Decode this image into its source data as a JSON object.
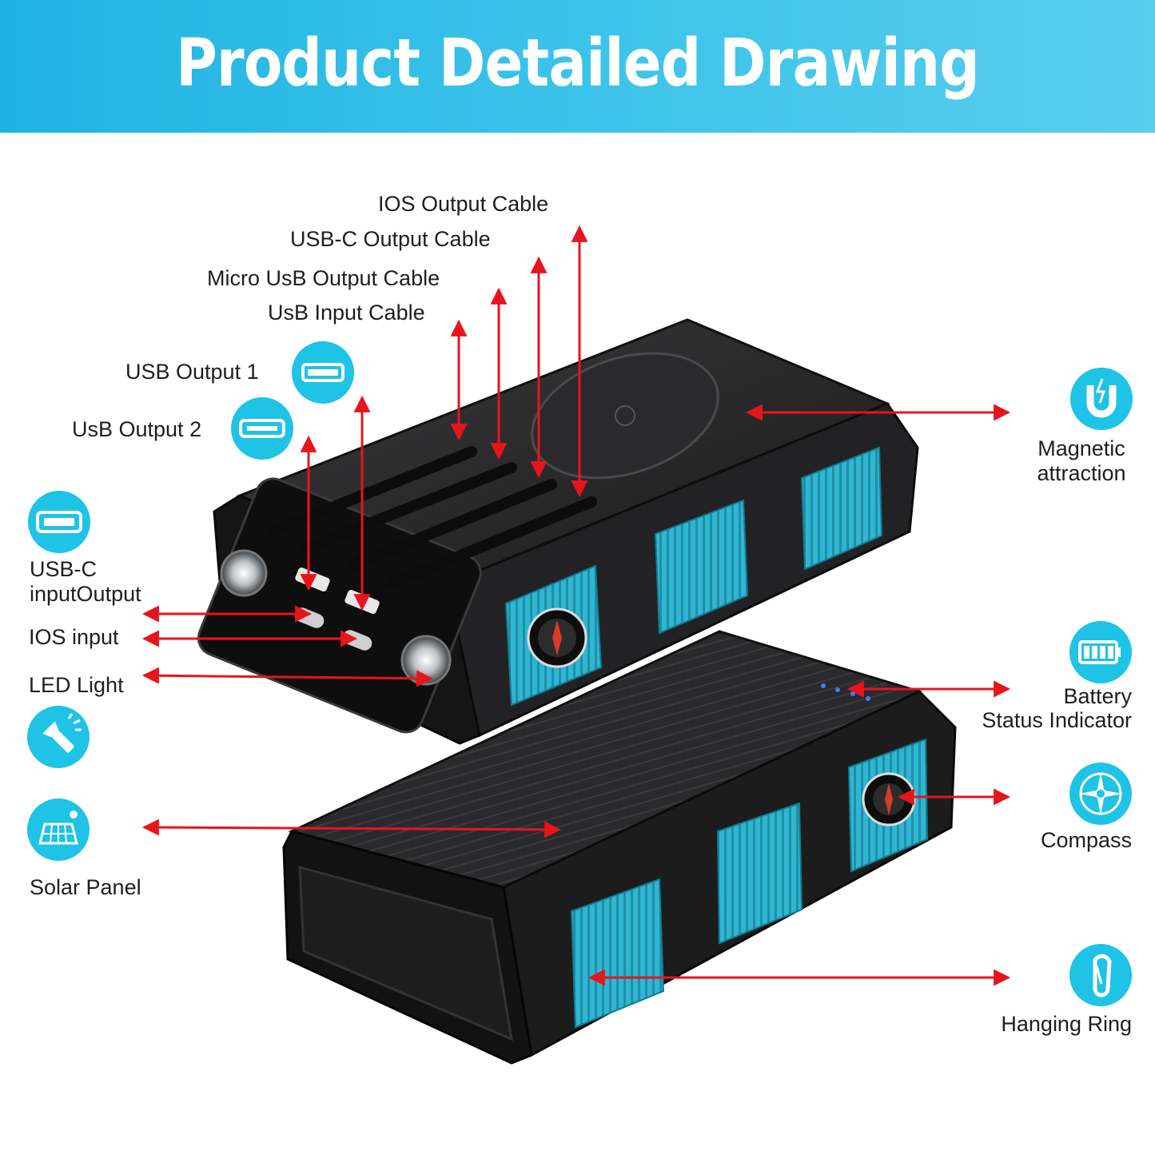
{
  "header": {
    "title": "Product Detailed Drawing"
  },
  "labels": {
    "ios_output_cable": "IOS Output Cable",
    "usbc_output_cable": "USB-C Output Cable",
    "micro_usb_output_cable": "Micro UsB Output Cable",
    "usb_input_cable": "UsB Input Cable",
    "usb_output_1": "USB Output 1",
    "usb_output_2": "UsB Output 2",
    "usbc_input_output_l1": "USB-C",
    "usbc_input_output_l2": "inputOutput",
    "ios_input": "IOS input",
    "led_light": "LED Light",
    "solar_panel": "Solar Panel",
    "magnetic_l1": "Magnetic",
    "magnetic_l2": "attraction",
    "battery_l1": "Battery",
    "battery_l2": "Status Indicator",
    "compass": "Compass",
    "hanging_ring": "Hanging Ring"
  },
  "colors": {
    "accent": "#1ec3e6",
    "arrow": "#e8141c",
    "banner": "#2bb9e6",
    "device": "#1b1b1b",
    "pad": "#2fb6d3"
  },
  "icons": [
    "usb-port-icon",
    "usb-port-icon",
    "usb-port-icon",
    "magnet-icon",
    "battery-icon",
    "flashlight-icon",
    "solar-panel-icon",
    "compass-icon",
    "carabiner-icon"
  ]
}
